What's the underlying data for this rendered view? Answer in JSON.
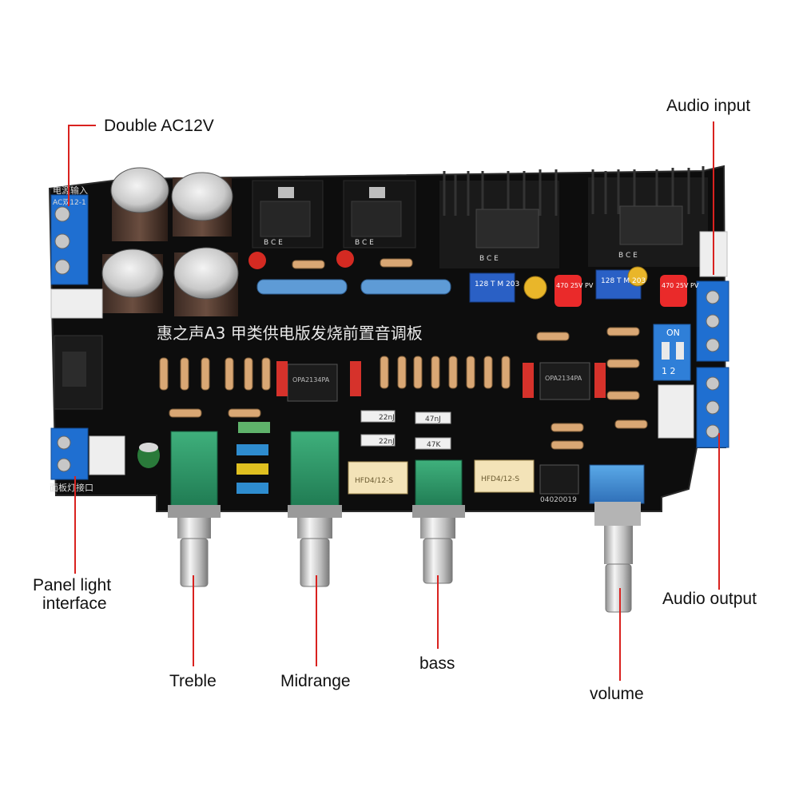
{
  "callouts": {
    "power": "Double AC12V",
    "audio_input": "Audio input",
    "panel_light_line1": "Panel light",
    "panel_light_line2": "interface",
    "audio_output": "Audio output",
    "treble": "Treble",
    "midrange": "Midrange",
    "bass": "bass",
    "volume": "volume"
  },
  "board": {
    "title_silkscreen": "惠之声A3  甲类供电版发烧前置音调板",
    "power_label": "电源输入",
    "power_sub_label": "AC双12-1",
    "panel_label": "面板灯接口",
    "board_code": "04020019",
    "left_chip_text": "OPA2134PA",
    "right_chip_text": "OPA2134PA",
    "switch_label": "ON",
    "switch_numbers": "1 2",
    "transistor_pins": "B C E",
    "trimmer_text": "128 T\nM 203",
    "cap_text": "470\n25V\nPV",
    "relay_text": "HFD4/12-S",
    "cap_value_1": "22nJ",
    "cap_value_2": "47nJ",
    "resistor_value": "47K"
  },
  "colors": {
    "leader_line": "#d9221f",
    "pcb": "#111111",
    "terminal_blue": "#1f6fd1",
    "pot_green": "#2f9a6a"
  }
}
